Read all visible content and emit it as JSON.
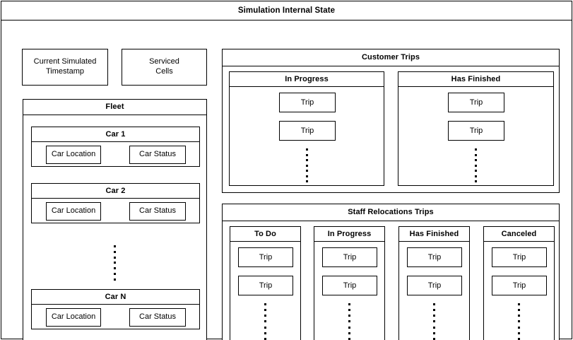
{
  "window": {
    "title": "Simulation Internal State"
  },
  "left_column": {
    "timestamp_box": {
      "line1": "Current Simulated",
      "line2": "Timestamp"
    },
    "serviced_cells_box": {
      "line1": "Serviced",
      "line2": "Cells"
    },
    "fleet": {
      "title": "Fleet",
      "cars": [
        {
          "title": "Car 1",
          "location_label": "Car Location",
          "status_label": "Car Status"
        },
        {
          "title": "Car 2",
          "location_label": "Car Location",
          "status_label": "Car Status"
        },
        {
          "title": "Car N",
          "location_label": "Car Location",
          "status_label": "Car Status"
        }
      ],
      "ellipsis": "vertical-dots"
    }
  },
  "right_column": {
    "customer_trips": {
      "title": "Customer Trips",
      "columns": [
        {
          "title": "In Progress",
          "trips": [
            "Trip",
            "Trip"
          ],
          "ellipsis": "vertical-dots"
        },
        {
          "title": "Has Finished",
          "trips": [
            "Trip",
            "Trip"
          ],
          "ellipsis": "vertical-dots"
        }
      ]
    },
    "staff_relocations_trips": {
      "title": "Staff Relocations Trips",
      "columns": [
        {
          "title": "To Do",
          "trips": [
            "Trip",
            "Trip"
          ],
          "ellipsis": "vertical-dots"
        },
        {
          "title": "In Progress",
          "trips": [
            "Trip",
            "Trip"
          ],
          "ellipsis": "vertical-dots"
        },
        {
          "title": "Has Finished",
          "trips": [
            "Trip",
            "Trip"
          ],
          "ellipsis": "vertical-dots"
        },
        {
          "title": "Canceled",
          "trips": [
            "Trip",
            "Trip"
          ],
          "ellipsis": "vertical-dots"
        }
      ]
    }
  },
  "colors": {
    "stroke": "#000000",
    "background": "#ffffff",
    "text": "#000000"
  }
}
